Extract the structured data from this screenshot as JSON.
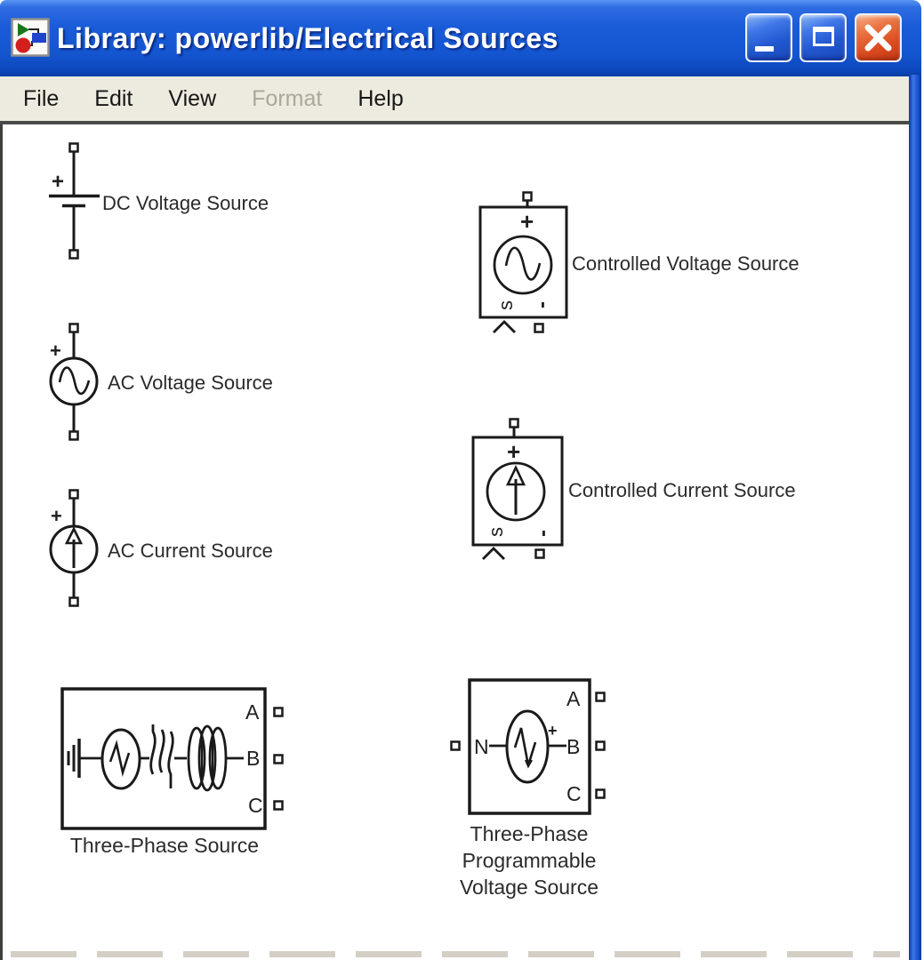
{
  "window": {
    "title": "Library: powerlib/Electrical Sources",
    "controls": {
      "minimize": "minimize",
      "maximize": "maximize",
      "close": "close"
    }
  },
  "menu": {
    "items": [
      {
        "label": "File",
        "enabled": true
      },
      {
        "label": "Edit",
        "enabled": true
      },
      {
        "label": "View",
        "enabled": true
      },
      {
        "label": "Format",
        "enabled": false
      },
      {
        "label": "Help",
        "enabled": true
      }
    ]
  },
  "canvas": {
    "blocks": {
      "dc_voltage": {
        "label": "DC Voltage Source",
        "plus": "+"
      },
      "ac_voltage": {
        "label": "AC Voltage Source",
        "plus": "+"
      },
      "ac_current": {
        "label": "AC Current Source",
        "plus": "+"
      },
      "controlled_voltage": {
        "label": "Controlled Voltage Source",
        "plus": "+",
        "signal": "s",
        "minus": "-"
      },
      "controlled_current": {
        "label": "Controlled Current Source",
        "plus": "+",
        "signal": "s",
        "minus": "-"
      },
      "three_phase": {
        "label": "Three-Phase Source",
        "port_a": "A",
        "port_b": "B",
        "port_c": "C"
      },
      "three_phase_programmable": {
        "label_line1": "Three-Phase",
        "label_line2": "Programmable",
        "label_line3": "Voltage Source",
        "port_n": "N",
        "port_a": "A",
        "port_b": "B",
        "port_c": "C",
        "plus": "+"
      }
    }
  },
  "colors": {
    "titlebar_blue": "#1a5cd8",
    "close_red": "#da4a20",
    "menubar_beige": "#edeadf",
    "canvas_white": "#ffffff",
    "line_ink": "#1a1a1a"
  }
}
